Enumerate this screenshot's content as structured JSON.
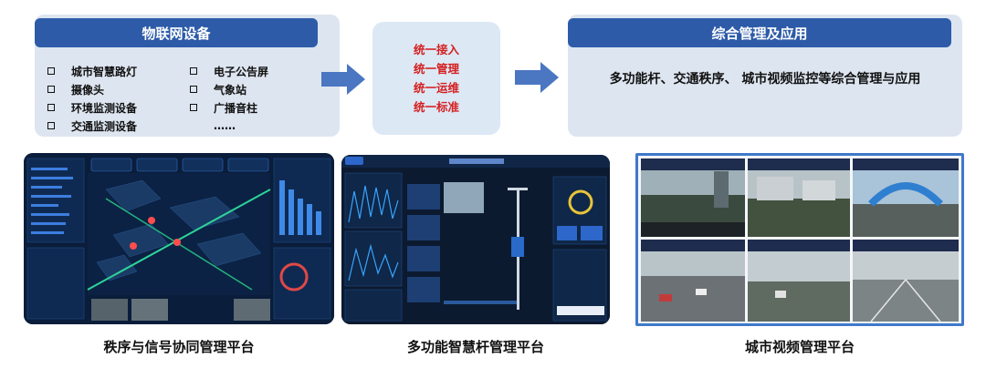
{
  "iot_panel": {
    "title": "物联网设备",
    "col1": [
      "城市智慧路灯",
      "摄像头",
      "环境监测设备",
      "交通监测设备"
    ],
    "col2": [
      "电子公告屏",
      "气象站",
      "广播音柱",
      "……"
    ]
  },
  "unify_panel": {
    "items": [
      "统一接入",
      "统一管理",
      "统一运维",
      "统一标准"
    ]
  },
  "app_panel": {
    "title": "综合管理及应用",
    "text": "多功能杆、交通秩序、 城市视频监控等综合管理与应用"
  },
  "platforms": [
    {
      "caption": "秩序与信号协同管理平台"
    },
    {
      "caption": "多功能智慧杆管理平台"
    },
    {
      "caption": "城市视频管理平台"
    }
  ],
  "colors": {
    "header_blue": "#2d5ba8",
    "panel_bg": "#dde5f0",
    "arrow": "#4a76c2",
    "accent_red": "#d42020"
  }
}
